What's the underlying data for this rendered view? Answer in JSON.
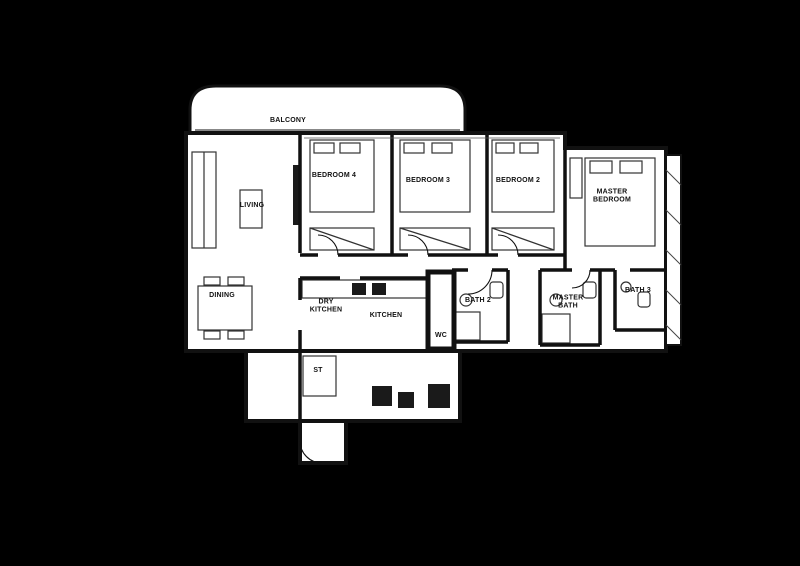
{
  "title": "Apartment Floor Plan",
  "colors": {
    "background": "#000000",
    "paper": "#ffffff",
    "wall": "#111111",
    "fixture": "#1a1a1a"
  },
  "rooms": {
    "balcony": "BALCONY",
    "living": "LIVING",
    "dining": "DINING",
    "bedroom4": "BEDROOM 4",
    "bedroom3": "BEDROOM 3",
    "bedroom2": "BEDROOM 2",
    "master_bedroom": "MASTER BEDROOM",
    "dry_kitchen": "DRY KITCHEN",
    "kitchen": "KITCHEN",
    "bath2": "BATH 2",
    "master_bath": "MASTER BATH",
    "bath3": "BATH 3",
    "store": "ST",
    "wc": "WC"
  }
}
